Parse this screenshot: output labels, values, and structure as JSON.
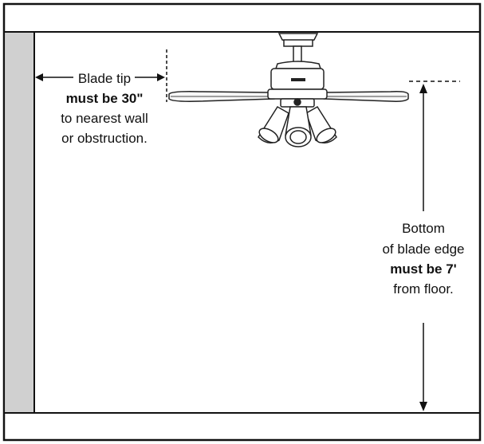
{
  "blade_tip_note": {
    "line1": "Blade tip",
    "line2": "must be 30\"",
    "line3": "to nearest wall",
    "line4": "or obstruction."
  },
  "floor_note": {
    "line1": "Bottom",
    "line2": "of blade edge",
    "line3": "must be 7'",
    "line4": "from floor."
  },
  "fan_badge_text": "",
  "colors": {
    "frame": "#111111",
    "wall": "#d0d0d0",
    "background": "#ffffff",
    "fan_dark": "#222222",
    "fan_light": "#f2f2f2"
  }
}
